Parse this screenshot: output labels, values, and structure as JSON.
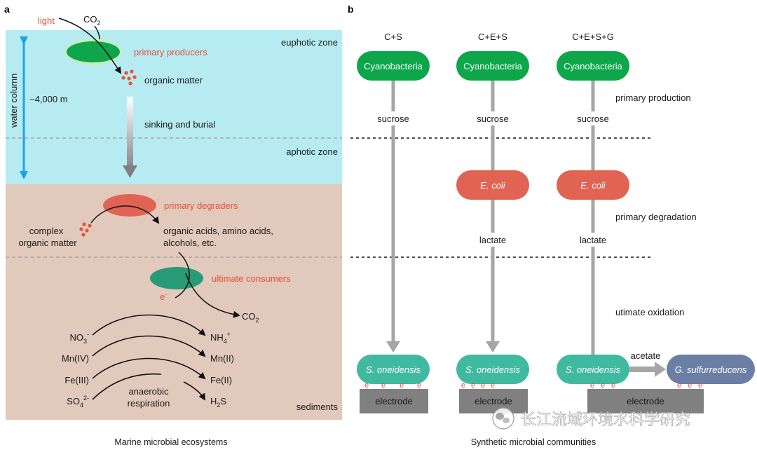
{
  "panel_a": {
    "letter": "a",
    "caption": "Marine microbial ecosystems",
    "light": "light",
    "co2_top": "CO",
    "co2_top_sub": "2",
    "euphotic": "euphotic zone",
    "aphotic": "aphotic zone",
    "sediments": "sediments",
    "water_column": "water column",
    "depth": "~4,000 m",
    "primary_producers": "primary producers",
    "organic_matter": "organic matter",
    "sinking": "sinking and burial",
    "primary_degraders": "primary degraders",
    "complex_1": "complex",
    "complex_2": "organic matter",
    "acids_1": "organic acids, amino acids,",
    "acids_2": "alcohols, etc.",
    "ultimate_consumers": "ultimate consumers",
    "e_minus": "e",
    "e_minus_sup": "-",
    "co2_bottom": "CO",
    "co2_bottom_sub": "2",
    "no3": "NO",
    "no3_sub": "3",
    "no3_sup": "-",
    "nh4": "NH",
    "nh4_sub": "4",
    "nh4_sup": "+",
    "mn4": "Mn(IV)",
    "mn2": "Mn(II)",
    "fe3": "Fe(III)",
    "fe2": "Fe(II)",
    "so4": "SO",
    "so4_sub": "4",
    "so4_sup": "2-",
    "h2s_h": "H",
    "h2s_sub": "2",
    "h2s_s": "S",
    "anaerobic_1": "anaerobic",
    "anaerobic_2": "respiration"
  },
  "panel_b": {
    "letter": "b",
    "caption": "Synthetic microbial communities",
    "col1": "C+S",
    "col2": "C+E+S",
    "col3": "C+E+S+G",
    "cyano": "Cyanobacteria",
    "sucrose": "sucrose",
    "ecoli": "E. coli",
    "lactate": "lactate",
    "shewanella": "S. oneidensis",
    "geobacter": "G. sulfurreducens",
    "acetate": "acetate",
    "electrode": "electrode",
    "electron": "e",
    "primary_production": "primary production",
    "primary_degradation": "primary degradation",
    "ultimate_oxidation": "utimate oxidation"
  },
  "watermark": "长江流域环境水科学研究",
  "colors": {
    "water": "#b7ebf2",
    "sediment": "#e1c9bc",
    "green": "#0da64a",
    "red_cell": "#e16354",
    "teal_cell": "#40b9a1",
    "blue_cell": "#6b7fa5",
    "electrode": "#808080",
    "accent_red": "#e8503a",
    "arrow_blue": "#1aa3e0"
  }
}
